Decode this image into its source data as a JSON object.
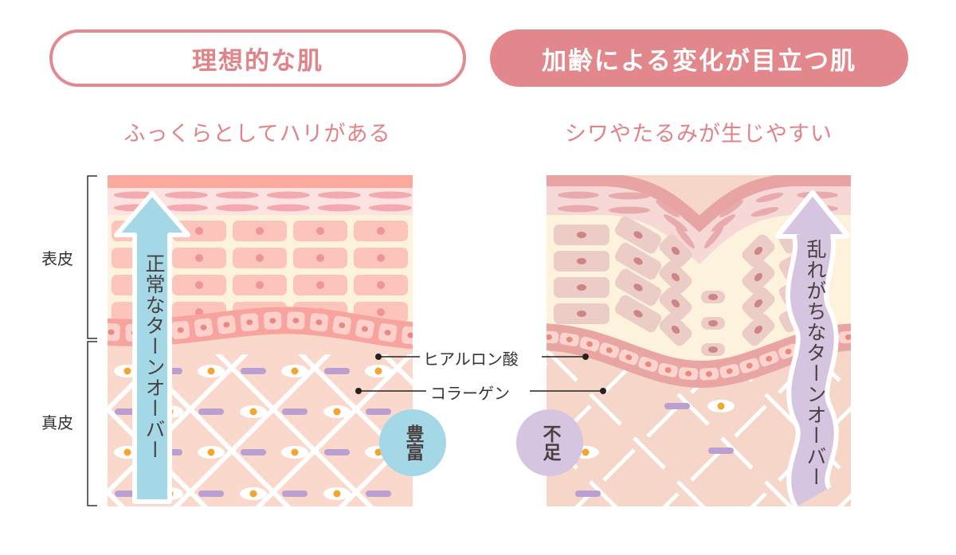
{
  "headers": {
    "left": "理想的な肌",
    "right": "加齢による変化が目立つ肌"
  },
  "subtitles": {
    "left": "ふっくらとしてハリがある",
    "right": "シワやたるみが生じやすい"
  },
  "layers": {
    "epidermis": "表皮",
    "dermis": "真皮"
  },
  "arrows": {
    "left": "正常なターンオーバー",
    "right": "乱れがちなターンオーバー"
  },
  "callouts": {
    "hyaluronic": "ヒアルロン酸",
    "collagen": "コラーゲン"
  },
  "badges": {
    "left": "豊富",
    "right": "不足"
  },
  "colors": {
    "pink_accent": "#e2878c",
    "blue_arrow": "#a5d8e6",
    "purple_arrow": "#d6c5e0",
    "collagen_bar": "#b9a0d0",
    "hyaluronic_dot": "#f3a532"
  }
}
